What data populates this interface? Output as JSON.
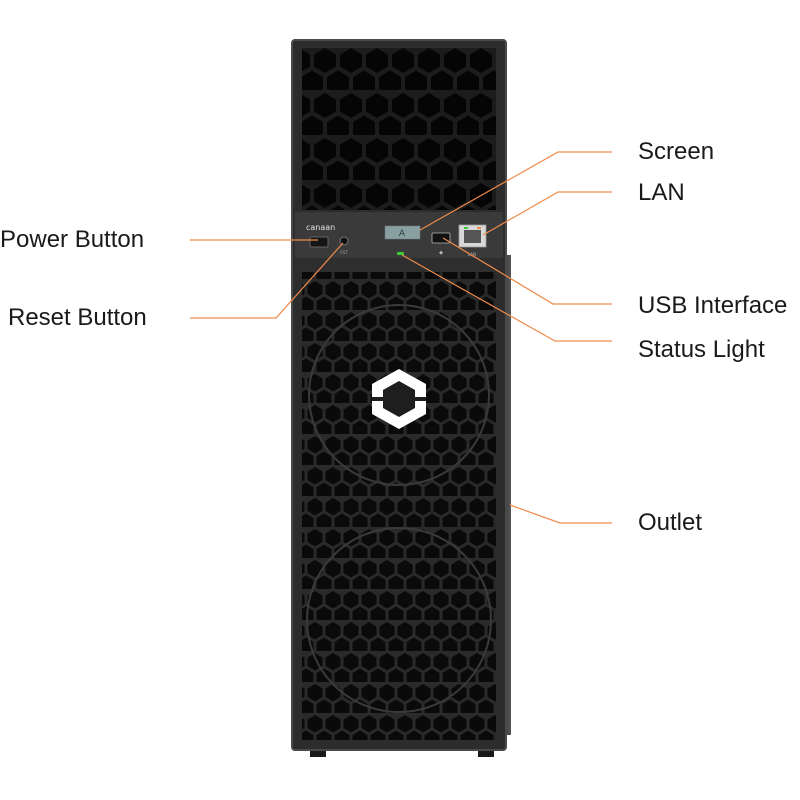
{
  "device": {
    "brand": "canaan",
    "screen_text": "A",
    "reset_mark": "RST",
    "lan_mark": "LAN"
  },
  "colors": {
    "callout_line": "#f08a4b",
    "chassis": "#2c2c2c",
    "chassis_edge": "#4a4a4a",
    "status_light": "#3ccb3c",
    "logo": "#ffffff"
  },
  "labels": {
    "screen": "Screen",
    "lan": "LAN",
    "power_button": "Power Button",
    "reset_button": "Reset Button",
    "usb_interface": "USB Interface",
    "status_light": "Status Light",
    "outlet": "Outlet"
  }
}
